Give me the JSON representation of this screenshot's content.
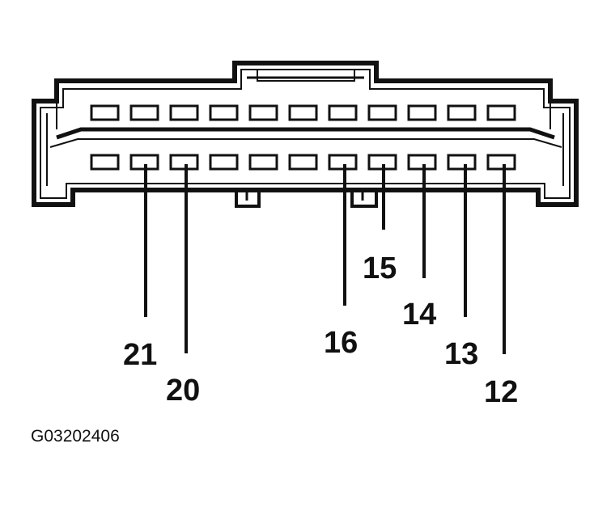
{
  "diagram": {
    "connector_name": "connector-face",
    "top_row_pin_count": 11,
    "bottom_row_pin_count": 11,
    "pin_labels": [
      "21",
      "20",
      "16",
      "15",
      "14",
      "13",
      "12"
    ],
    "figure_code": "G03202406"
  },
  "colors": {
    "stroke": "#111111",
    "background": "#ffffff"
  }
}
